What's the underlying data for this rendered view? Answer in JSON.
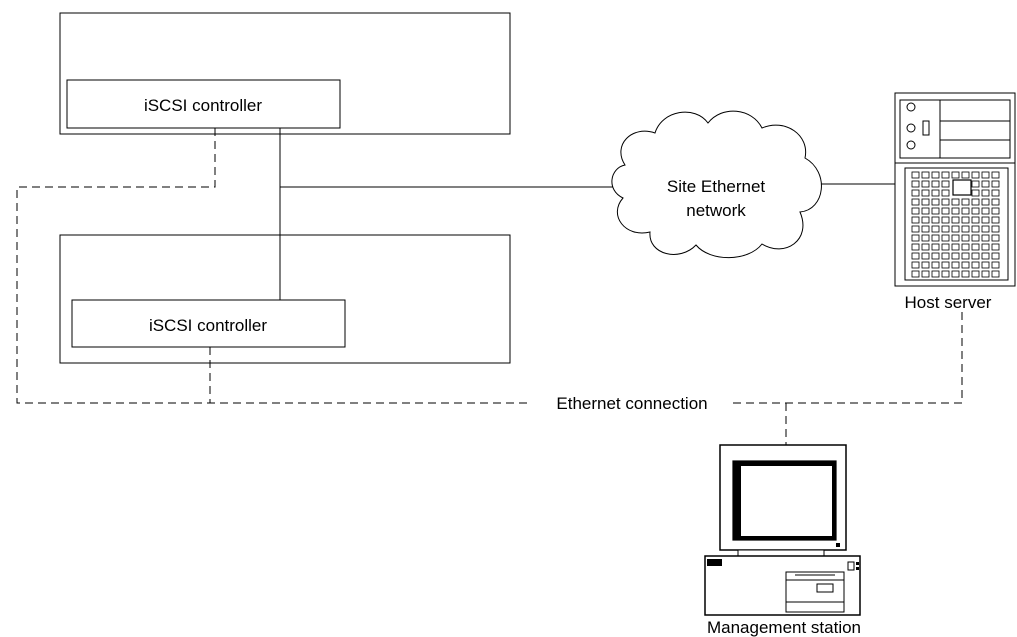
{
  "diagram": {
    "controller_top_label": "iSCSI controller",
    "controller_bottom_label": "iSCSI controller",
    "cloud_label_line1": "Site Ethernet",
    "cloud_label_line2": "network",
    "host_label": "Host server",
    "ethernet_label": "Ethernet connection",
    "management_label": "Management station"
  }
}
